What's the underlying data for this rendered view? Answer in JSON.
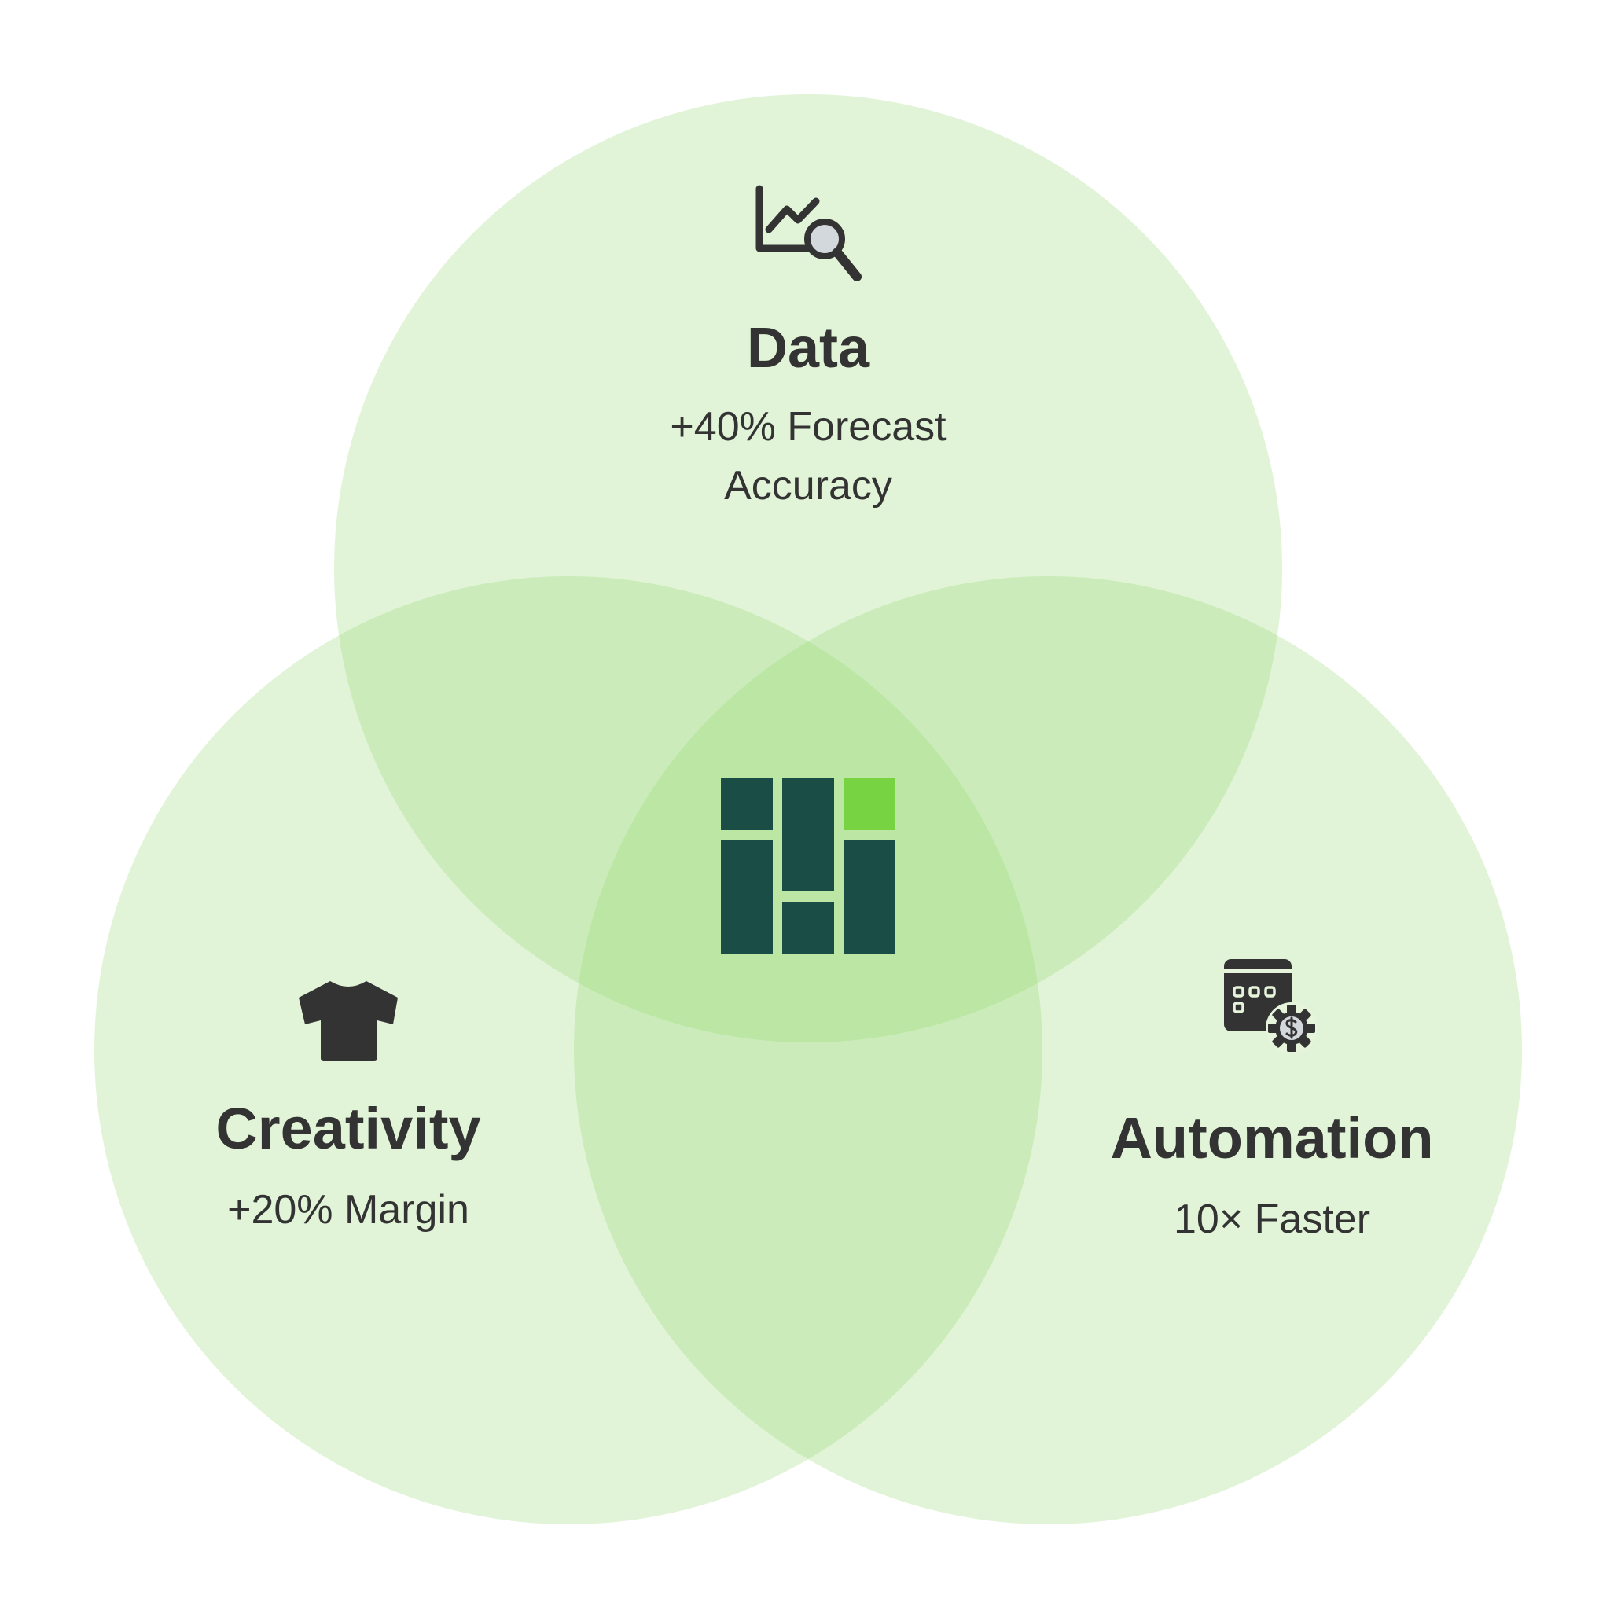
{
  "diagram": {
    "type": "venn",
    "colors": {
      "circle_fill": "#8fd86b",
      "text": "#333333",
      "logo_dark": "#1b4d47",
      "logo_accent": "#78d343",
      "icon": "#333333",
      "icon_glass": "#d3d8dd"
    },
    "sets": [
      {
        "id": "data",
        "title": "Data",
        "stat": "+40% Forecast\nAccuracy",
        "icon": "chart-magnifier-icon"
      },
      {
        "id": "creativity",
        "title": "Creativity",
        "stat": "+20% Margin",
        "icon": "t-shirt-icon"
      },
      {
        "id": "automation",
        "title": "Automation",
        "stat": "10× Faster",
        "icon": "calendar-gear-dollar-icon"
      }
    ],
    "center": {
      "icon": "brand-logo-icon"
    }
  }
}
